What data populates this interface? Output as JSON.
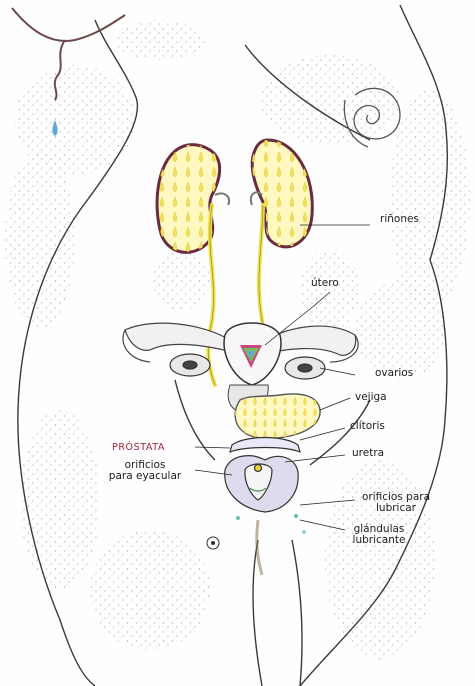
{
  "diagram": {
    "labels": {
      "rinones": "riñones",
      "utero": "útero",
      "ovarios": "ovarios",
      "vejiga": "vejiga",
      "clitoris": "clítoris",
      "prostata": "PRÓSTATA",
      "uretra": "uretra",
      "orificios_eyacular": "orificios\npara eyacular",
      "orificios_lubricar": "orificios para\nlubricar",
      "glandulas": "glándulas\nlubricante"
    },
    "colors": {
      "kidney_fill": "#fff8c0",
      "kidney_outline": "#6b2b3f",
      "droplet": "#f2e05c",
      "ureter": "#ece24a",
      "prostata_text": "#a3263a",
      "stipple": "#b59ab3"
    }
  }
}
